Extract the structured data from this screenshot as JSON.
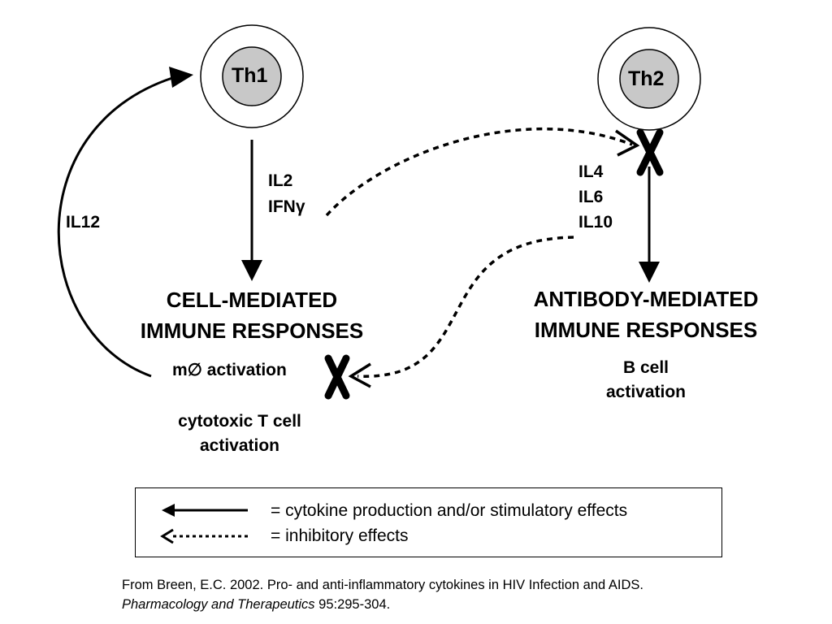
{
  "cells": {
    "th1": "Th1",
    "th2": "Th2"
  },
  "cytokines": {
    "th1_line1": "IL2",
    "th1_line2": "IFNγ",
    "th2_line1": "IL4",
    "th2_line2": "IL6",
    "th2_line3": "IL10",
    "feedback": "IL12"
  },
  "responses": {
    "cell_mediated_line1": "CELL-MEDIATED",
    "cell_mediated_line2": "IMMUNE RESPONSES",
    "macrophage": "m∅ activation",
    "cytotoxic_line1": "cytotoxic T cell",
    "cytotoxic_line2": "activation",
    "antibody_mediated_line1": "ANTIBODY-MEDIATED",
    "antibody_mediated_line2": "IMMUNE RESPONSES",
    "bcell_line1": "B cell",
    "bcell_line2": "activation"
  },
  "legend": {
    "solid": "= cytokine production and/or stimulatory effects",
    "dotted": "= inhibitory effects"
  },
  "citation": {
    "line1": "From Breen, E.C.  2002.  Pro- and anti-inflammatory cytokines in HIV Infection and AIDS.",
    "journal": "Pharmacology and Therapeutics",
    "volume": " 95:295-304."
  },
  "colors": {
    "cell_fill": "#c8c8c8",
    "ink": "#000000"
  }
}
